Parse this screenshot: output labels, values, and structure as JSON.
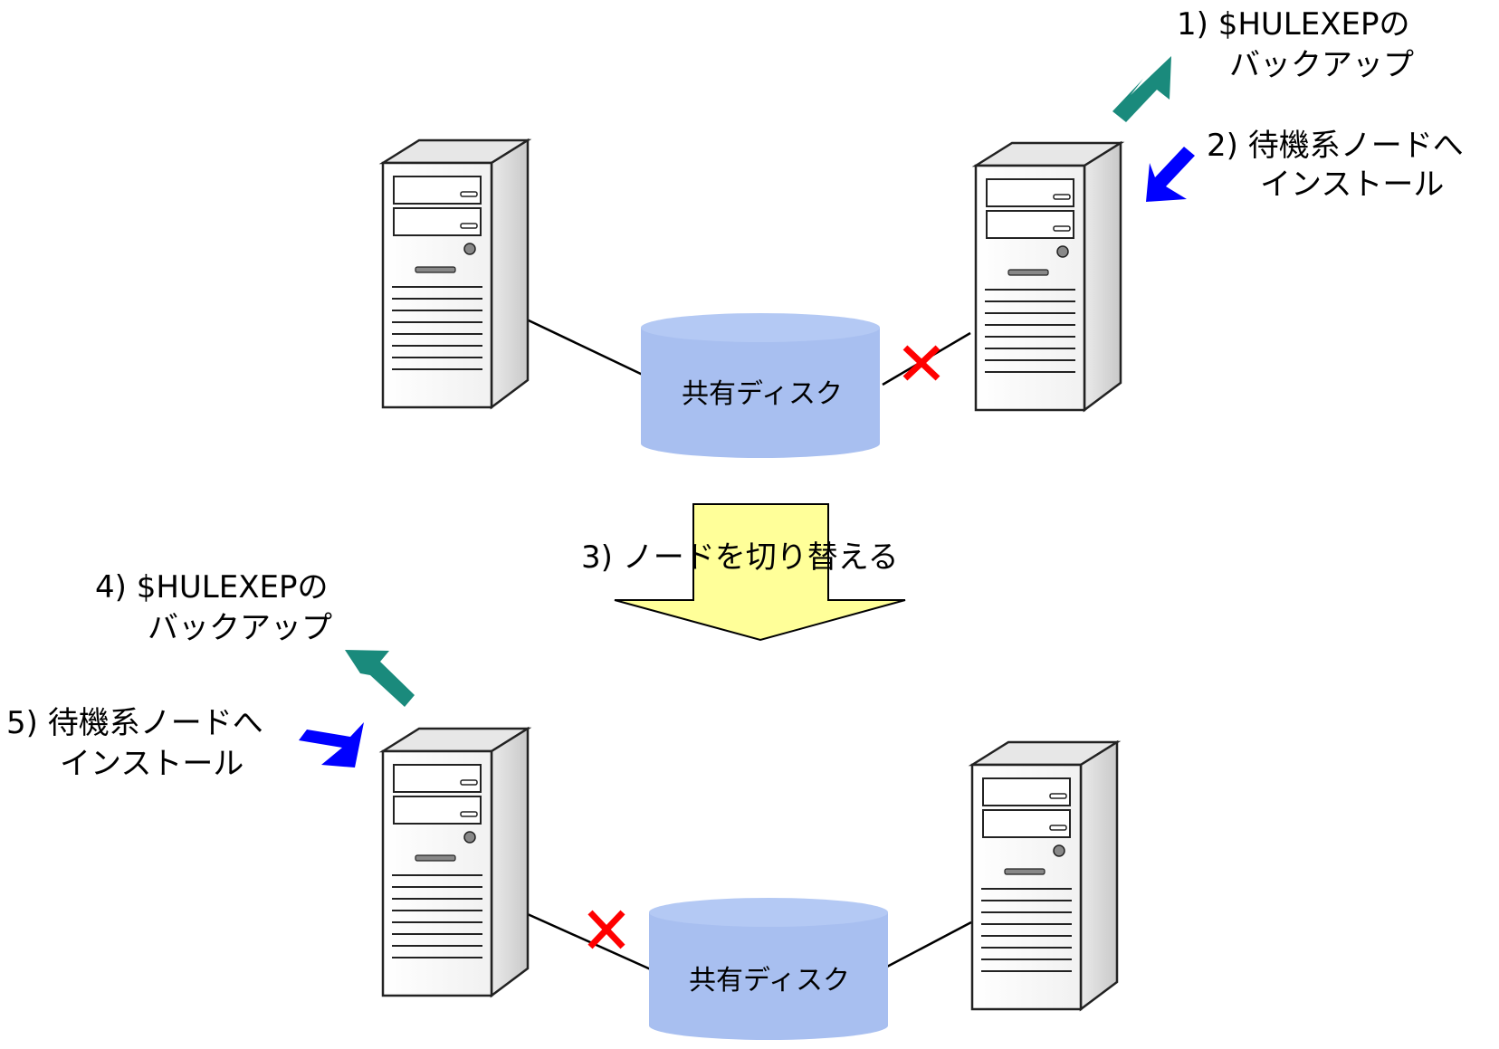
{
  "colors": {
    "backup_arrow": "#1a8a7c",
    "install_arrow": "#0000ff",
    "switch_arrow": "#ffff99",
    "disk_fill": "#a8bff0",
    "disk_top": "#b4c9f4",
    "cross": "#ff0000"
  },
  "icons": {
    "server": "server-tower-icon",
    "disk": "database-cylinder-icon",
    "disconnected": "red-x-icon"
  },
  "top": {
    "disk_label": "共有ディスク",
    "step1_line1": "1) $HULEXEPの",
    "step1_line2": "バックアップ",
    "step2_line1": "2) 待機系ノードへ",
    "step2_line2": "インストール"
  },
  "middle": {
    "step3": "3) ノードを切り替える"
  },
  "bottom": {
    "disk_label": "共有ディスク",
    "step4_line1": "4) $HULEXEPの",
    "step4_line2": "バックアップ",
    "step5_line1": "5) 待機系ノードへ",
    "step5_line2": "インストール"
  }
}
